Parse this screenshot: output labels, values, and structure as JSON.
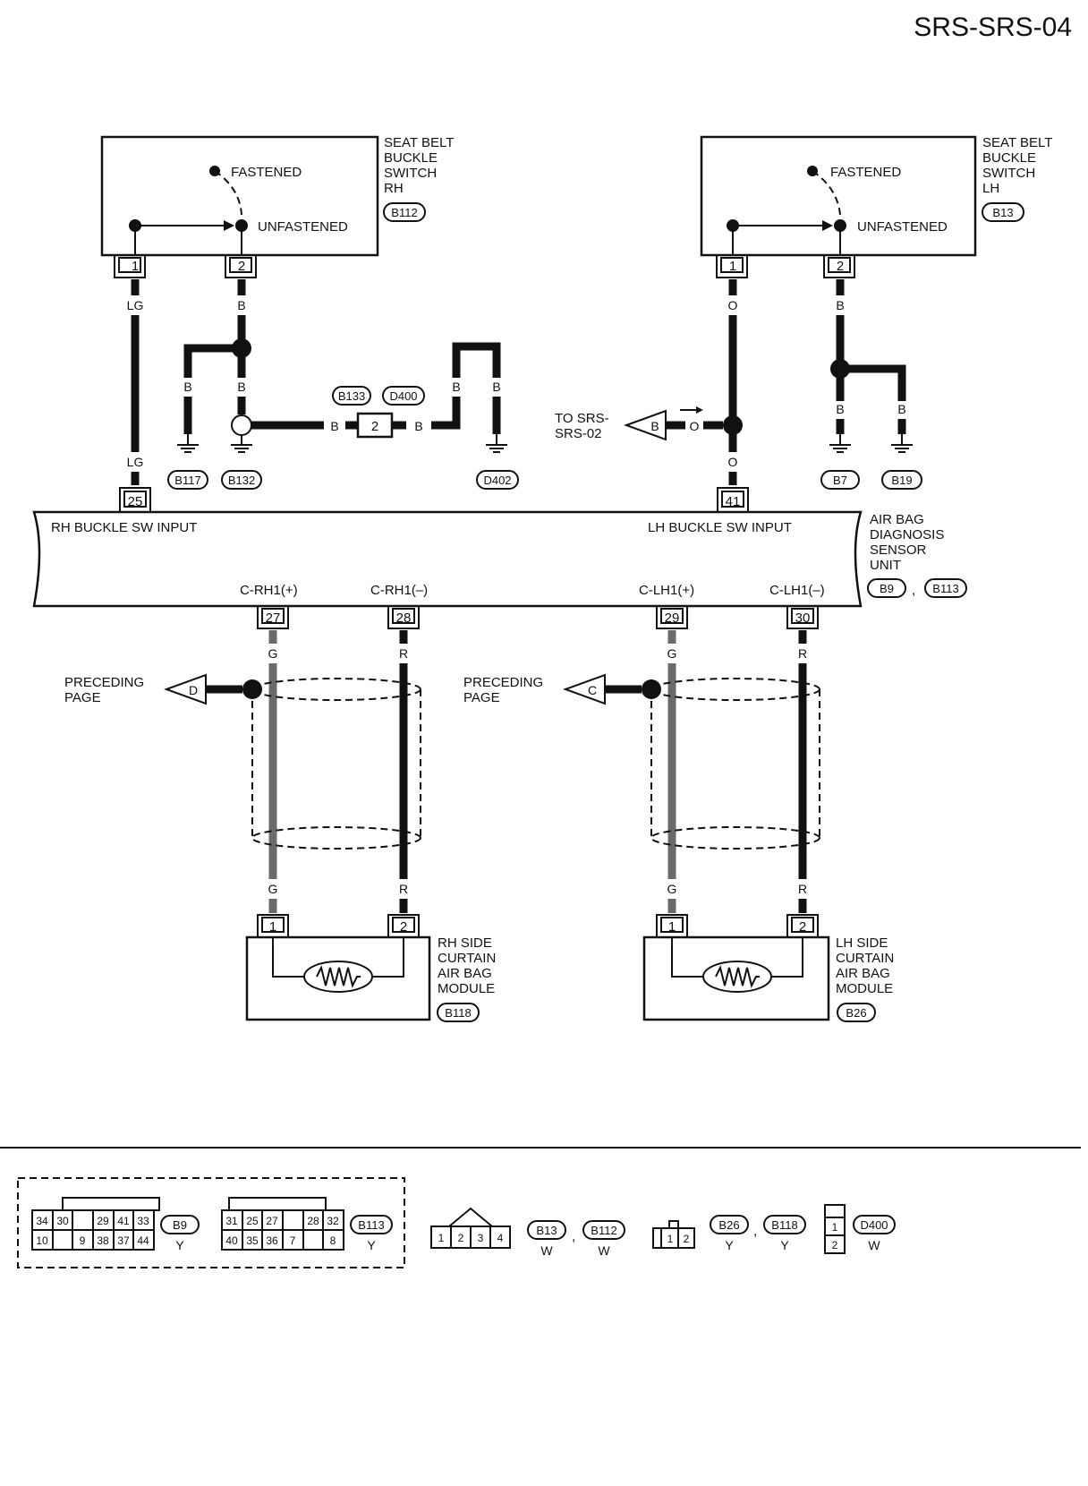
{
  "title": "SRS-SRS-04",
  "components": {
    "sw_rh": {
      "name": [
        "SEAT BELT",
        "BUCKLE",
        "SWITCH",
        "RH"
      ],
      "connector": "B112",
      "fastened": "FASTENED",
      "unfastened": "UNFASTENED"
    },
    "sw_lh": {
      "name": [
        "SEAT BELT",
        "BUCKLE",
        "SWITCH",
        "LH"
      ],
      "connector": "B13",
      "fastened": "FASTENED",
      "unfastened": "UNFASTENED"
    },
    "unit": {
      "name": [
        "AIR BAG",
        "DIAGNOSIS",
        "SENSOR",
        "UNIT"
      ],
      "connectors": [
        "B9",
        "B113"
      ],
      "separator": ",",
      "rh_input": "RH BUCKLE SW INPUT",
      "lh_input": "LH BUCKLE SW INPUT",
      "c_rh_plus": "C-RH1(+)",
      "c_rh_minus": "C-RH1(–)",
      "c_lh_plus": "C-LH1(+)",
      "c_lh_minus": "C-LH1(–)"
    },
    "mod_rh": {
      "name": [
        "RH SIDE",
        "CURTAIN",
        "AIR BAG",
        "MODULE"
      ],
      "connector": "B118"
    },
    "mod_lh": {
      "name": [
        "LH SIDE",
        "CURTAIN",
        "AIR BAG",
        "MODULE"
      ],
      "connector": "B26"
    }
  },
  "pins": {
    "sw_rh_1": "1",
    "sw_rh_2": "2",
    "sw_lh_1": "1",
    "sw_lh_2": "2",
    "u25": "25",
    "u41": "41",
    "u27": "27",
    "u28": "28",
    "u29": "29",
    "u30": "30",
    "mod_rh_1": "1",
    "mod_rh_2": "2",
    "mod_lh_1": "1",
    "mod_lh_2": "2",
    "joint": "2"
  },
  "wire_colors": {
    "lg": "LG",
    "b": "B",
    "o": "O",
    "g": "G",
    "r": "R"
  },
  "grounds": [
    "B117",
    "B132",
    "D402",
    "B7",
    "B19"
  ],
  "joint_connectors": [
    "B133",
    "D400"
  ],
  "refs": {
    "to_srs": [
      "TO SRS-",
      "SRS-02"
    ],
    "to_srs_letter": "B",
    "preceding": [
      "PRECEDING",
      "PAGE"
    ],
    "pd_letter": "D",
    "pc_letter": "C"
  },
  "legend": {
    "b9_row1": [
      "34",
      "30",
      "",
      "29",
      "41",
      "33"
    ],
    "b9_row2": [
      "10",
      "",
      "9",
      "38",
      "37",
      "44"
    ],
    "b9": "B9",
    "b9_color": "Y",
    "b113_row1": [
      "31",
      "25",
      "27",
      "",
      "28",
      "32"
    ],
    "b113_row2": [
      "40",
      "35",
      "36",
      "7",
      "",
      "8"
    ],
    "b113": "B113",
    "b113_color": "Y",
    "four_pin": [
      "1",
      "2",
      "3",
      "4"
    ],
    "b13": "B13",
    "b13_color": "W",
    "b112": "B112",
    "b112_color": "W",
    "two_pin": [
      "1",
      "2"
    ],
    "b26": "B26",
    "b26_color": "Y",
    "b118": "B118",
    "b118_color": "Y",
    "d400_pins": [
      "1",
      "2"
    ],
    "d400": "D400",
    "d400_color": "W",
    "comma": ","
  }
}
